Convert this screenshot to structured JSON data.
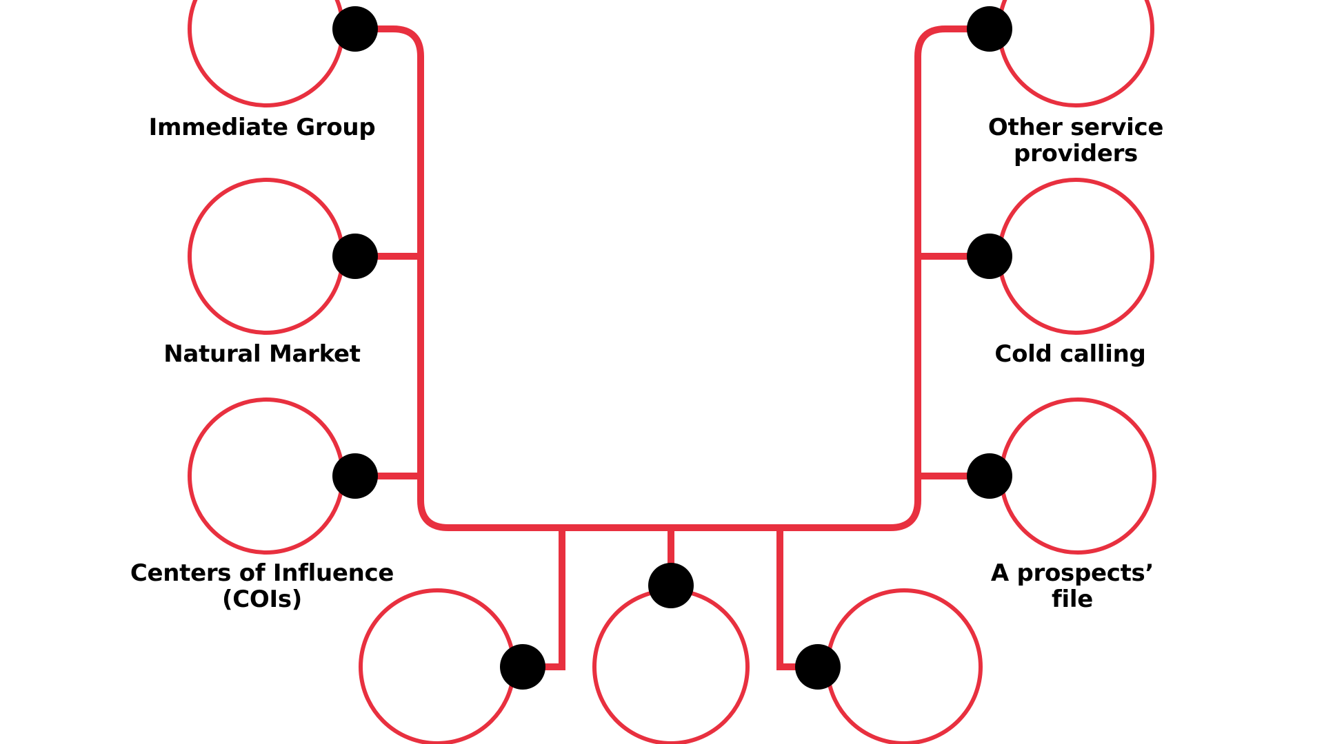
{
  "colors": {
    "line": "#E8303F",
    "connector_dot": "#000000",
    "background": "#FFFFFF",
    "label_text": "#000000"
  },
  "nodes": [
    {
      "id": "immediate-group",
      "label_lines": [
        "Immediate Group"
      ]
    },
    {
      "id": "natural-market",
      "label_lines": [
        "Natural Market"
      ]
    },
    {
      "id": "centers-of-influence",
      "label_lines": [
        "Centers of Influence",
        "(COIs)"
      ]
    },
    {
      "id": "other-service-providers",
      "label_lines": [
        "Other service",
        "providers"
      ]
    },
    {
      "id": "cold-calling",
      "label_lines": [
        "Cold calling"
      ]
    },
    {
      "id": "prospects-file",
      "label_lines": [
        "A prospects’",
        "file"
      ]
    },
    {
      "id": "bottom-left",
      "label_lines": []
    },
    {
      "id": "bottom-center",
      "label_lines": []
    },
    {
      "id": "bottom-right",
      "label_lines": []
    }
  ]
}
